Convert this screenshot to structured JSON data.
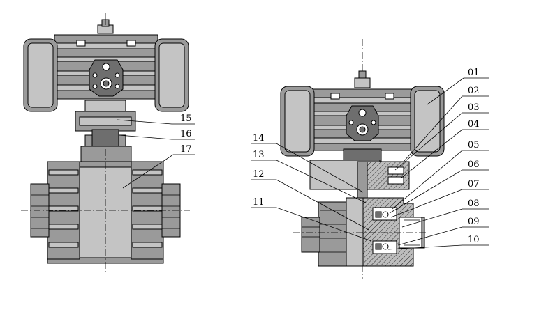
{
  "callouts_left": [
    "15",
    "16",
    "17"
  ],
  "callouts_right": [
    "01",
    "02",
    "03",
    "04",
    "05",
    "06",
    "07",
    "08",
    "09",
    "10",
    "11",
    "12",
    "13",
    "14"
  ],
  "colors": {
    "body": "#9a9a9a",
    "light": "#c4c4c4",
    "dark": "#6e6e6e",
    "line": "#000000"
  }
}
